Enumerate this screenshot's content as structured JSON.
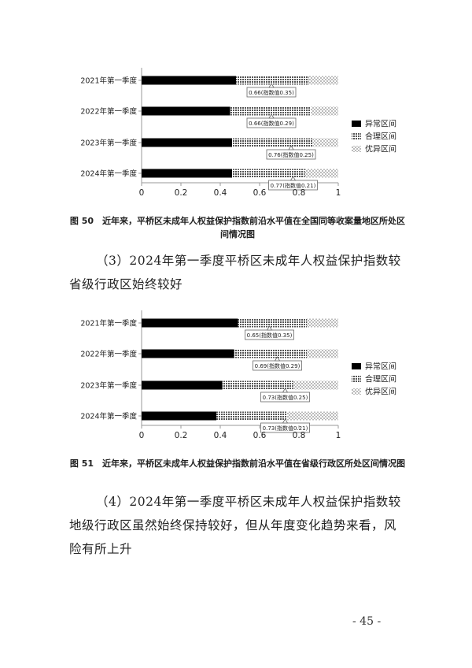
{
  "charts": [
    {
      "chart_data": {
        "type": "bar",
        "orientation": "horizontal",
        "stacked": true,
        "categories": [
          "2021年第一季度",
          "2022年第一季度",
          "2023年第一季度",
          "2024年第一季度"
        ],
        "series": [
          {
            "name": "异常区间",
            "values": [
              0.48,
              0.45,
              0.46,
              0.46
            ]
          },
          {
            "name": "合理区间",
            "values": [
              0.37,
              0.41,
              0.41,
              0.37
            ]
          },
          {
            "name": "优异区间",
            "values": [
              0.15,
              0.14,
              0.13,
              0.17
            ]
          }
        ],
        "annotations": [
          "0.66(指数值0.35)",
          "0.66(指数值0.29)",
          "0.76(指数值0.25)",
          "0.77(指数值0.21)"
        ],
        "annotation_x": [
          0.66,
          0.66,
          0.76,
          0.77
        ],
        "xlim": [
          0,
          1
        ],
        "xticks": [
          "0",
          "0.2",
          "0.4",
          "0.6",
          "0.8",
          "1"
        ],
        "legend_position": "right",
        "colors": {
          "abnormal": "#000000",
          "reasonable": "#555555",
          "excellent": "#bbbbbb"
        }
      },
      "caption": "图 50　近年来，平桥区未成年人权益保护指数前沿水平值在全国同等收案量地区所处区间情况图"
    },
    {
      "chart_data": {
        "type": "bar",
        "orientation": "horizontal",
        "stacked": true,
        "categories": [
          "2021年第一季度",
          "2022年第一季度",
          "2023年第一季度",
          "2024年第一季度"
        ],
        "series": [
          {
            "name": "异常区间",
            "values": [
              0.49,
              0.47,
              0.41,
              0.38
            ]
          },
          {
            "name": "合理区间",
            "values": [
              0.35,
              0.37,
              0.36,
              0.36
            ]
          },
          {
            "name": "优异区间",
            "values": [
              0.16,
              0.16,
              0.23,
              0.26
            ]
          }
        ],
        "annotations": [
          "0.65(指数值0.35)",
          "0.69(指数值0.29)",
          "0.73(指数值0.25)",
          "0.73(指数值0.21)"
        ],
        "annotation_x": [
          0.65,
          0.69,
          0.73,
          0.73
        ],
        "xlim": [
          0,
          1
        ],
        "xticks": [
          "0",
          "0.2",
          "0.4",
          "0.6",
          "0.8",
          "1"
        ],
        "legend_position": "right",
        "colors": {
          "abnormal": "#000000",
          "reasonable": "#555555",
          "excellent": "#bbbbbb"
        }
      },
      "caption": "图 51　近年来，平桥区未成年人权益保护指数前沿水平值在省级行政区所处区间情况图"
    }
  ],
  "headings": {
    "h3": "（3）2024年第一季度平桥区未成年人权益保护指数较省级行政区始终较好",
    "h4": "（4）2024年第一季度平桥区未成年人权益保护指数较地级行政区虽然始终保持较好，但从年度变化趋势来看，风险有所上升"
  },
  "page_number": "- 45 -"
}
